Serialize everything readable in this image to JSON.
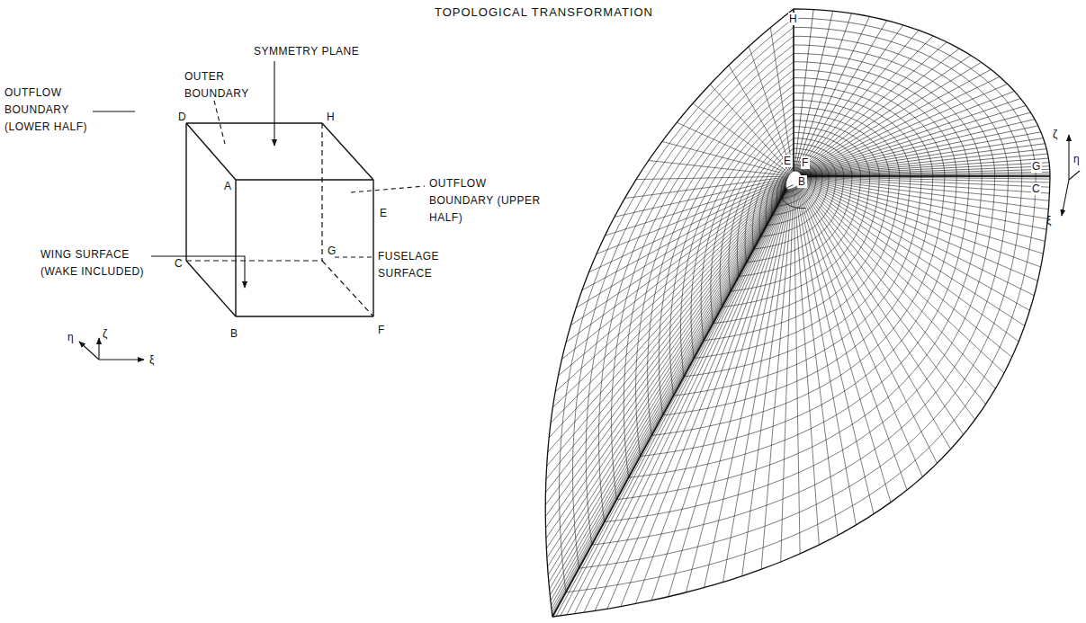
{
  "diagram": {
    "title": "TOPOLOGICAL TRANSFORMATION",
    "labels": [
      "OUTER BOUNDARY",
      "SYMMETRY PLANE",
      "D",
      "H",
      "OUTFLOW BOUNDARY (LOWER HALF)",
      "A",
      "E",
      "OUTFLOW BOUNDARY (UPPER HALF)",
      "G",
      "C",
      "WING SURFACE (WAKE INCLUDED)",
      "FUSELAGE SURFACE",
      "B",
      "F",
      "η",
      "ζ",
      "ξ",
      "H",
      "E",
      "F",
      "B",
      "G",
      "C",
      "ζ",
      "η",
      "ξ"
    ]
  }
}
